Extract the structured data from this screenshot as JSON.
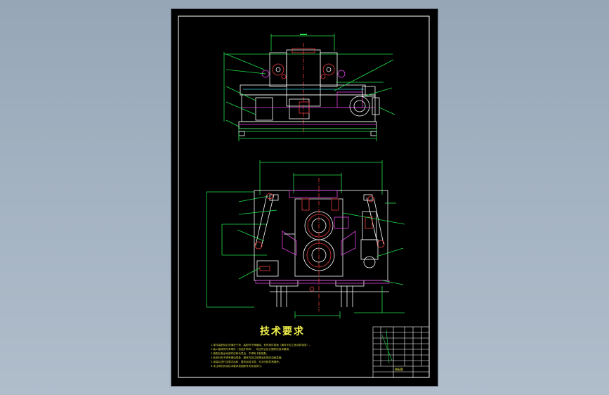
{
  "drawing": {
    "tech_title": "技术要求",
    "notes": [
      "1.零件装配前必须清洗干净，装配时不得磕碰、划伤零件表面（铸件不加工面涂防锈漆）。",
      "2.装入箱体的所有零件（包括外购件），均应符合设计图样的技术要求。",
      "3.装配后各运动部件应转动灵活，不得有卡阻现象。",
      "4.各密封处不得有漏油现象，箱体内加注润滑油至规定油面高度。",
      "5.组装后进行空载试运转，要求运转平稳，无冲击和异常噪声。",
      "6.未注明的其余技术要求按国家有关标准执行。"
    ],
    "title_block_label": "装配图"
  },
  "colors": {
    "sheet": "#000000",
    "outline": "#ffffff",
    "dimension": "#22e04a",
    "centerline": "#e83a3a",
    "leader": "#22e04a",
    "text": "#e8e84a",
    "accent_magenta": "#e040e0",
    "accent_cyan": "#3ad0e8"
  }
}
